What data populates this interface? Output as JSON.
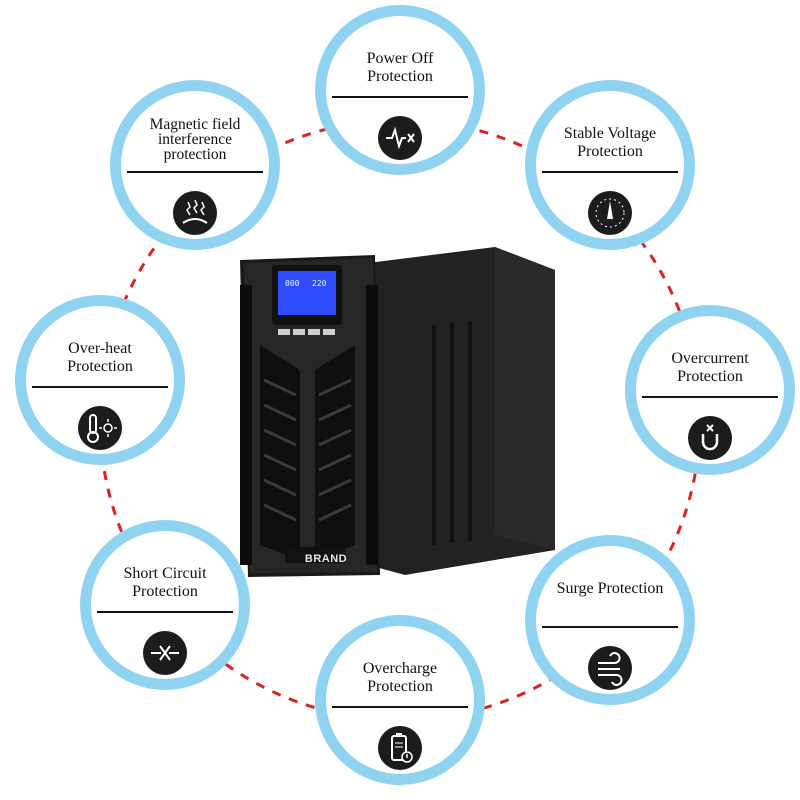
{
  "product": {
    "brand": "BRAND",
    "lcd_left": "000",
    "lcd_right": "220"
  },
  "features": [
    {
      "id": "power-off",
      "label": "Power Off Protection",
      "icon": "power-off-pulse-icon"
    },
    {
      "id": "stable-voltage",
      "label": "Stable Voltage Protection",
      "icon": "gauge-needle-icon"
    },
    {
      "id": "overcurrent",
      "label": "Overcurrent Protection",
      "icon": "magnet-current-icon"
    },
    {
      "id": "surge",
      "label": "Surge Protection",
      "icon": "surge-wave-icon"
    },
    {
      "id": "overcharge",
      "label": "Overcharge Protection",
      "icon": "battery-warning-icon"
    },
    {
      "id": "short-circuit",
      "label": "Short Circuit Protection",
      "icon": "short-circuit-icon"
    },
    {
      "id": "over-heat",
      "label": "Over-heat Protection",
      "icon": "thermometer-sun-icon"
    },
    {
      "id": "magnetic-field",
      "label": "Magnetic field interference protection",
      "icon": "magnetic-interference-icon"
    }
  ],
  "colors": {
    "ring": "#8fd3f0",
    "dash": "#e02020",
    "icon_bg": "#1c1c1c",
    "lcd": "#2f4bff"
  }
}
